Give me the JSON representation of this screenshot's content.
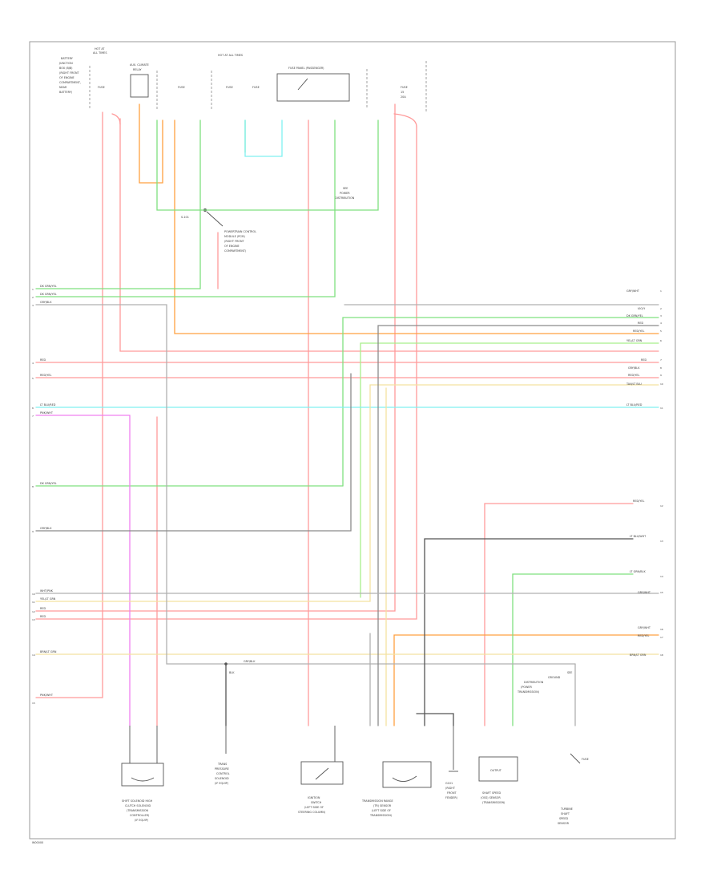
{
  "diagram": {
    "footer_code": "W00000",
    "top_labels": {
      "hot_at_all_times_left": [
        "HOT AT",
        "ALL TIMES"
      ],
      "hot_at_all_times_center": "HOT AT ALL TIMES",
      "fuse_panel_left": [
        "BATTERY",
        "JUNCTION",
        "BOX (BJB)",
        "(RIGHT FRONT",
        "OF ENGINE",
        "COMPARTMENT,",
        "NEAR",
        "BATTERY)"
      ],
      "relay_label": [
        "AUX. CLIMATE",
        "RELAY"
      ],
      "fuse_panel_center": "FUSE PANEL (PASSENGER)",
      "fuse_label": "FUSE",
      "center_note": [
        "SEE",
        "POWER",
        "DISTRIBUTION"
      ],
      "splice": "S-101",
      "splice_note": [
        "POWERTRAIN CONTROL",
        "MODULE (PCM)",
        "(RIGHT FRONT",
        "OF ENGINE",
        "COMPARTMENT)"
      ],
      "right_fuse": [
        "FUSE",
        "15",
        "20A"
      ]
    },
    "left_wire_labels": [
      {
        "color": "DK GRN/YEL",
        "pin": "1"
      },
      {
        "color": "DK GRN/YEL",
        "pin": "2"
      },
      {
        "color": "GRY/BLK",
        "pin": "3"
      },
      {
        "color": "RED",
        "pin": "4"
      },
      {
        "color": "RED/YEL",
        "pin": "5"
      },
      {
        "color": "LT BLU/RED",
        "pin": "6"
      },
      {
        "color": "PNK/WHT",
        "pin": "7"
      },
      {
        "color": "DK GRN/YEL",
        "pin": "8"
      },
      {
        "color": "GRY/BLK",
        "pin": "9"
      },
      {
        "color": "WHT/PNK",
        "pin": "10"
      },
      {
        "color": "YEL/LT GRN",
        "pin": "11"
      },
      {
        "color": "RED",
        "pin": "12"
      },
      {
        "color": "RED",
        "pin": "13"
      },
      {
        "color": "BRN/LT GRN",
        "pin": "14"
      },
      {
        "color": "PNK/WHT",
        "pin": "15"
      }
    ],
    "right_wire_labels": [
      {
        "color": "GRY/WHT",
        "pin": "1"
      },
      {
        "color": "VIO/Y",
        "pin": "2"
      },
      {
        "color": "DK GRN/YEL",
        "pin": "3"
      },
      {
        "color": "RED",
        "pin": "4"
      },
      {
        "color": "RED/YEL",
        "pin": "5"
      },
      {
        "color": "YEL/LT GRN",
        "pin": "6"
      },
      {
        "color": "RED",
        "pin": "7"
      },
      {
        "color": "GRY/BLK",
        "pin": "8"
      },
      {
        "color": "RED/YEL",
        "pin": "9"
      },
      {
        "color": "TAN/LT BLU",
        "pin": "10"
      },
      {
        "color": "LT BLU/RED",
        "pin": "11"
      },
      {
        "color": "RED/YEL",
        "pin": "12"
      },
      {
        "color": "LT BLU/WHT",
        "pin": "13"
      },
      {
        "color": "LT GRN/BLK",
        "pin": "14"
      },
      {
        "color": "GRY/WHT",
        "pin": "15"
      },
      {
        "color": "GRY/WHT",
        "pin": "16"
      },
      {
        "color": "RED/YEL",
        "pin": "17"
      },
      {
        "color": "BRN/LT GRN",
        "pin": "18"
      }
    ],
    "ground_label": "GRY/BLK",
    "ground_stub": "BLK",
    "component_labels": {
      "shift_solenoid": [
        "SHIFT SOLENOID HIGH",
        "CLUTCH SOLENOID",
        "(TRANSMISSION",
        "CONTROLLER)",
        "(IF EQUIP)"
      ],
      "pressure_sensor": [
        "TRANS",
        "PRESSURE",
        "CONTROL",
        "SOLENOID",
        "(IF EQUIP)"
      ],
      "ignition_switch": [
        "IGNITION",
        "SWITCH",
        "(LEFT SIDE OF",
        "STEERING COLUMN)"
      ],
      "selector_switch": [
        "TRANSMISSION RANGE",
        "(TR) SENSOR",
        "(LEFT SIDE OF",
        "TRANSMISSION)"
      ],
      "ground_point": [
        "G101",
        "(RIGHT",
        "FRONT",
        "FENDER)"
      ],
      "speed_sensor": [
        "OUTPUT",
        "SHAFT SPEED",
        "(OSS) SENSOR",
        "(TRANSMISSION)"
      ],
      "turbine_sensor": [
        "TURBINE",
        "SHAFT",
        "SPEED",
        "SENSOR"
      ],
      "right_note": [
        "SEE",
        "GROUND",
        "DISTRIBUTION",
        "(POWER",
        "TRANSMISSION)"
      ],
      "fuse_right": "FUSE"
    },
    "colors": {
      "red": "#ff8080",
      "pink": "#ff9a9a",
      "green": "#7fe07f",
      "light_green": "#a8ef8a",
      "orange": "#ffa040",
      "cyan": "#80f0f0",
      "magenta": "#f080f0",
      "yellow": "#f3e2a0",
      "gray": "#8a8a8a",
      "dark": "#555555"
    }
  }
}
